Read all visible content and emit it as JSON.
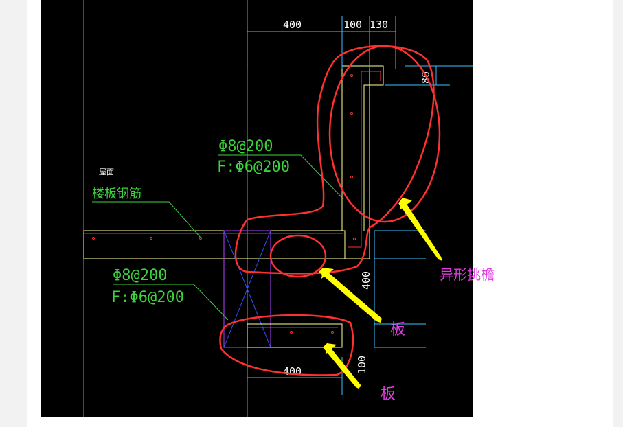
{
  "dimensions": {
    "top_400": "400",
    "top_100": "100",
    "top_130": "130",
    "right_80": "80",
    "vert_400": "400",
    "vert_100": "100",
    "bottom_400": "400"
  },
  "labels": {
    "roof": "屋面",
    "floor_rebar": "楼板钢筋",
    "upper_rebar_main": "Φ8@200",
    "upper_rebar_dist": "F:Φ6@200",
    "lower_rebar_main": "Φ8@200",
    "lower_rebar_dist": "F:Φ6@200"
  },
  "annotations": {
    "special_eave": "异形挑檐",
    "slab_1": "板",
    "slab_2": "板"
  },
  "colors": {
    "background": "#000000",
    "dimension": "#ffffff",
    "rebar_text": "#3cd23c",
    "annotation": "#e23ce2",
    "markup": "#ff3030",
    "arrow": "#ffff00",
    "concrete": "#ffff99"
  }
}
